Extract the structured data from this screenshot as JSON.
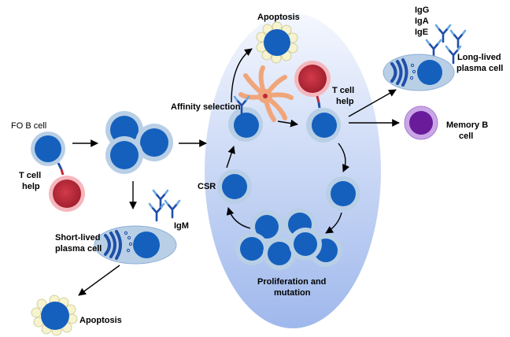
{
  "labels": {
    "fo_b_cell": "FO B cell",
    "t_cell_help_left_1": "T cell",
    "t_cell_help_left_2": "help",
    "short_lived_1": "Short-lived",
    "short_lived_2": "plasma cell",
    "igm": "IgM",
    "apoptosis_bottom": "Apoptosis",
    "apoptosis_top": "Apoptosis",
    "affinity_selection": "Affinity selection",
    "t_cell_help_gc_1": "T cell",
    "t_cell_help_gc_2": "help",
    "csr": "CSR",
    "prolif_1": "Proliferation and",
    "prolif_2": "mutation",
    "igg": "IgG",
    "iga": "IgA",
    "ige": "IgE",
    "long_lived_1": "Long-lived",
    "long_lived_2": "plasma cell",
    "memory_1": "Memory B",
    "memory_2": "cell"
  },
  "colors": {
    "nucleus": "#1560bd",
    "membrane": "#b8cfe6",
    "t_cell": "#c0283a",
    "memory_nucleus": "#6a1b9a",
    "memory_membrane": "#c9a6e6",
    "blebs": "#f6f3cf",
    "dendritic": "#f0a57a",
    "gc_top": "#ffffff",
    "gc_bottom": "#9db7e8"
  }
}
